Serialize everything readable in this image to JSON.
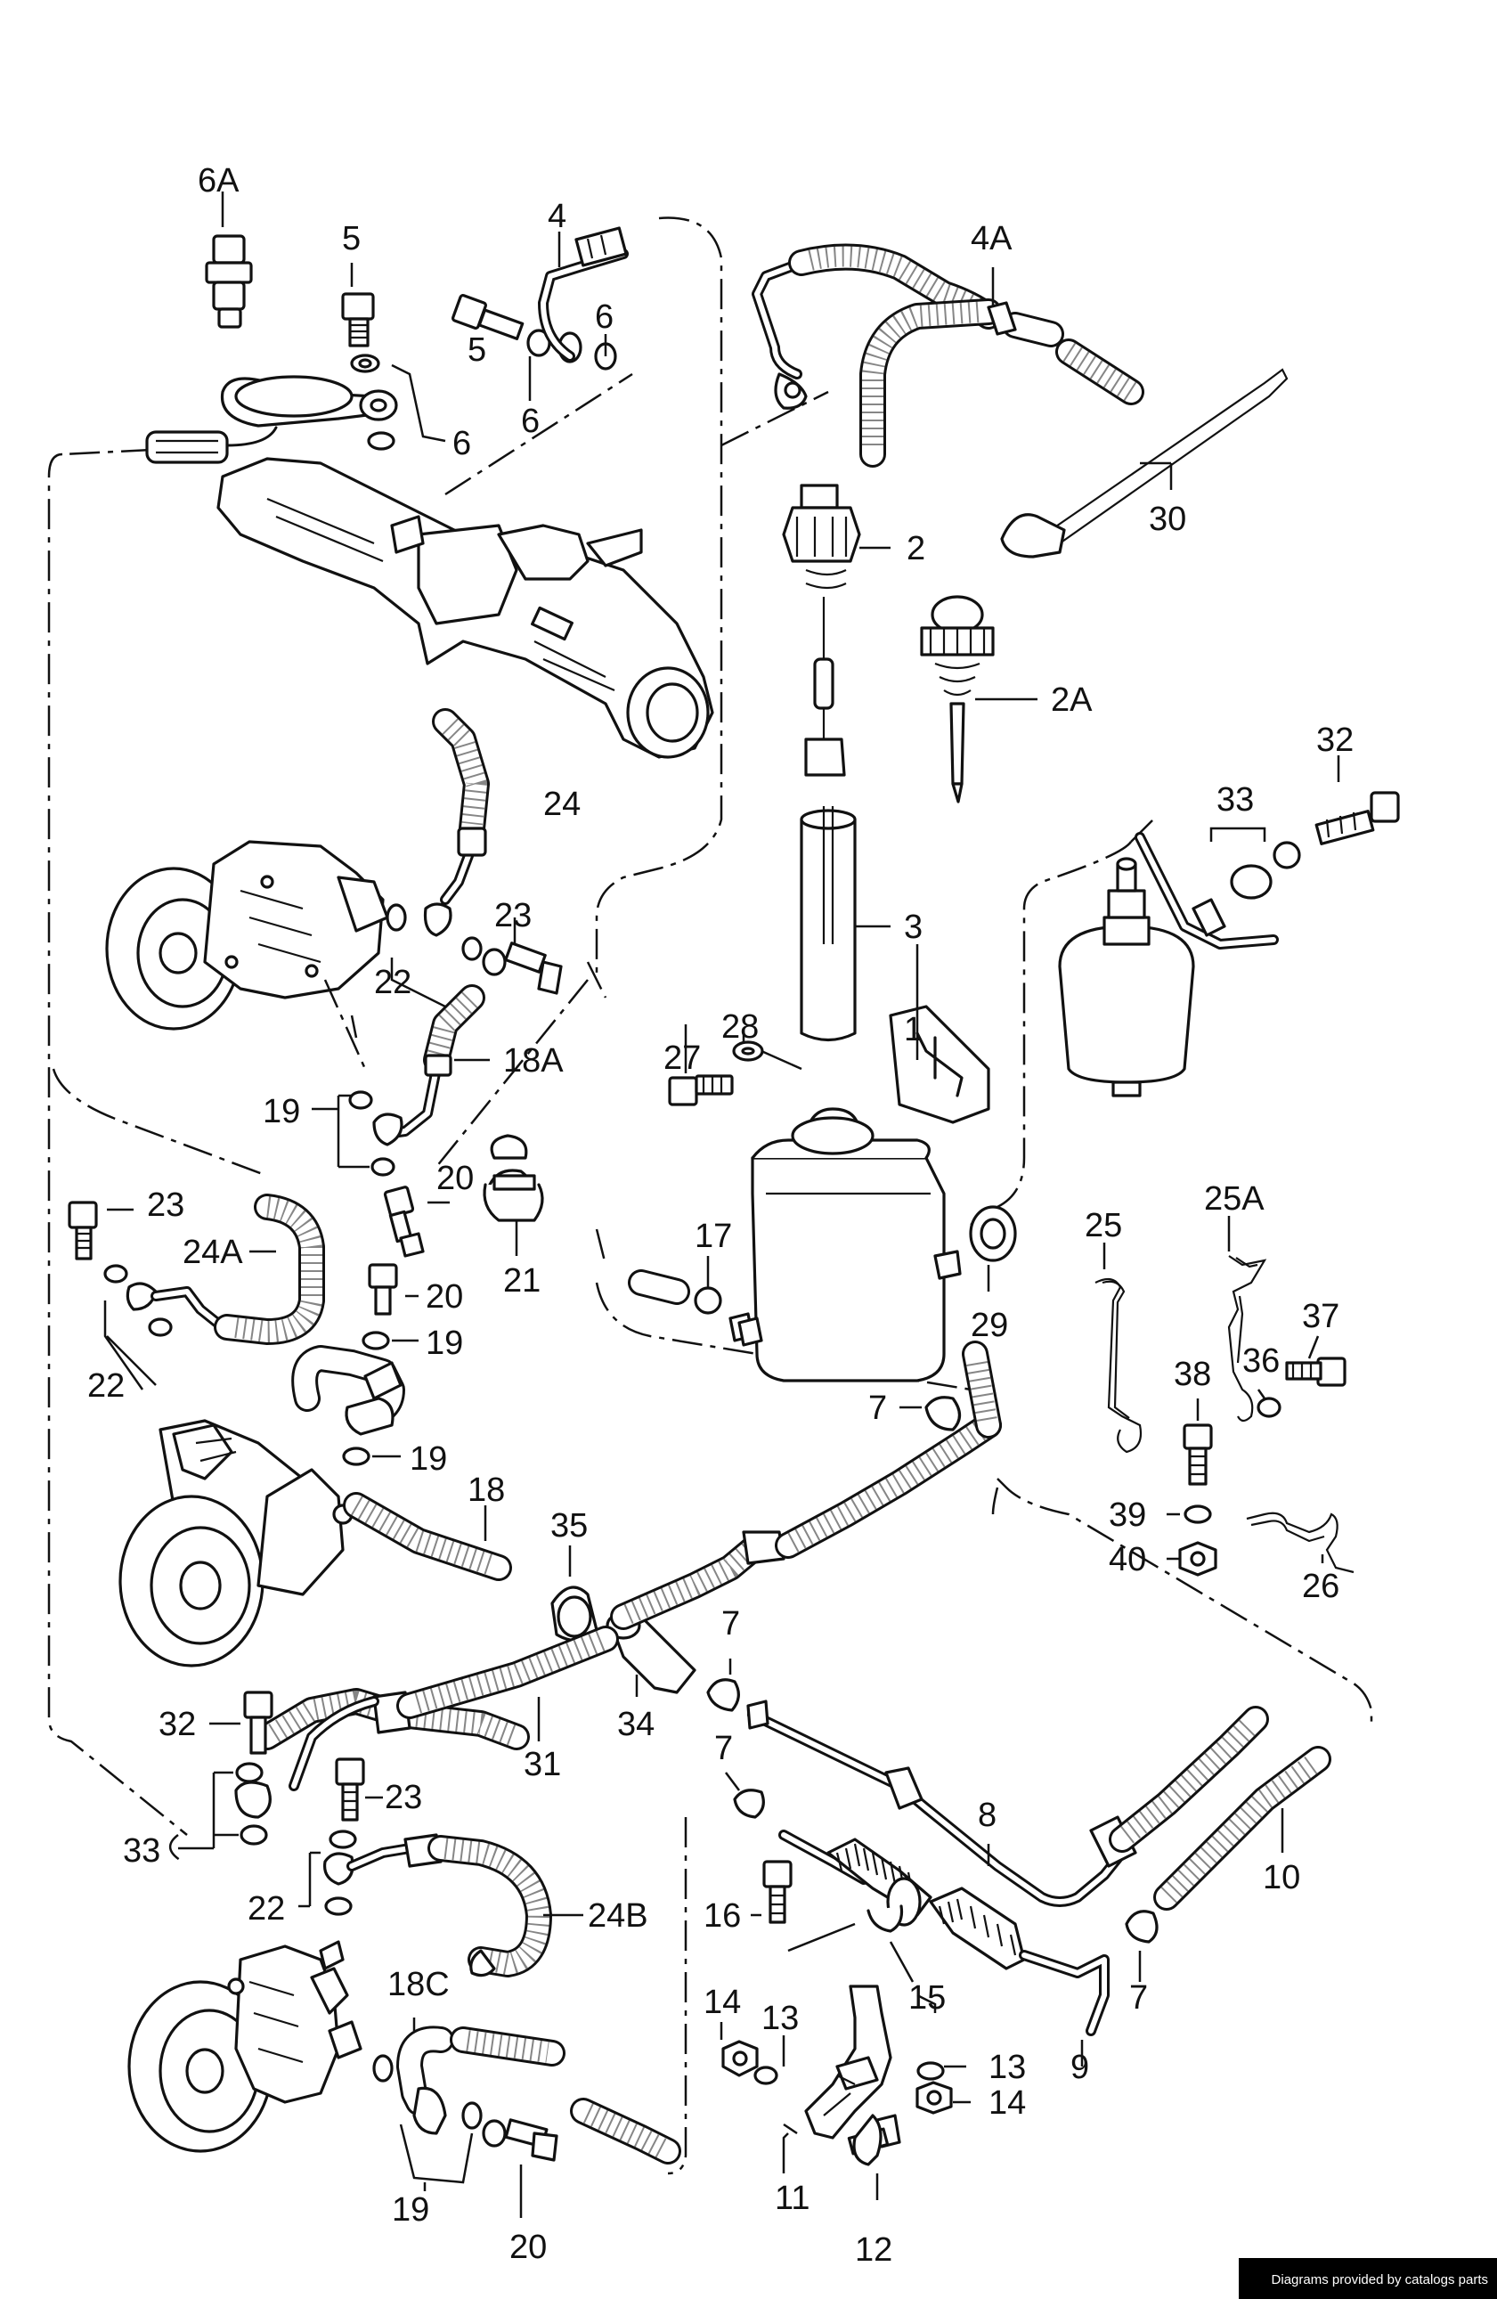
{
  "callouts": {
    "c6A": "6A",
    "c5a": "5",
    "c4": "4",
    "c4A": "4A",
    "c6a": "6",
    "c5b": "5",
    "c6b": "6",
    "c6c": "6",
    "c2": "2",
    "c30": "30",
    "c2A": "2A",
    "c24a": "24",
    "c32a": "32",
    "c33a": "33",
    "c3": "3",
    "c23a": "23",
    "c22a": "22",
    "c18A": "18A",
    "c28": "28",
    "c1": "1",
    "c27": "27",
    "c19a": "19",
    "c20a": "20",
    "c23b": "23",
    "c24A": "24A",
    "c21": "21",
    "c17": "17",
    "c20b": "20",
    "c19b": "19",
    "c22b": "22",
    "c29": "29",
    "c25": "25",
    "c25A": "25A",
    "c37": "37",
    "c36": "36",
    "c38": "38",
    "c7a": "7",
    "c19c": "19",
    "c18": "18",
    "c35": "35",
    "c39": "39",
    "c40": "40",
    "c26": "26",
    "c7b": "7",
    "c32b": "32",
    "c31": "31",
    "c34": "34",
    "c7c": "7",
    "c8": "8",
    "c23c": "23",
    "c10": "10",
    "c33b": "33",
    "c22c": "22",
    "c24B": "24B",
    "c16": "16",
    "c18C": "18C",
    "c14a": "14",
    "c13a": "13",
    "c15": "15",
    "c7d": "7",
    "c9": "9",
    "c13b": "13",
    "c14b": "14",
    "c19d": "19",
    "c11": "11",
    "c20c": "20",
    "c12": "12"
  },
  "footer": {
    "credit": "Diagrams provided by catalogs parts"
  }
}
